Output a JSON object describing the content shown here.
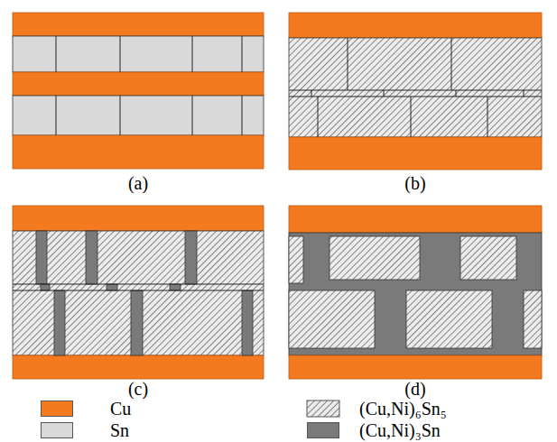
{
  "diagram": {
    "labels": [
      "(a)",
      "(b)",
      "(c)",
      "(d)"
    ],
    "legend": [
      {
        "text": "Cu",
        "color": "#f47a20"
      },
      {
        "text": "(Cu,Ni)₆Sn₅"
      },
      {
        "text": "Sn",
        "color": "#d9d9d9"
      },
      {
        "text": "(Cu,Ni)₃Sn",
        "color": "#7a7a7a"
      }
    ]
  }
}
